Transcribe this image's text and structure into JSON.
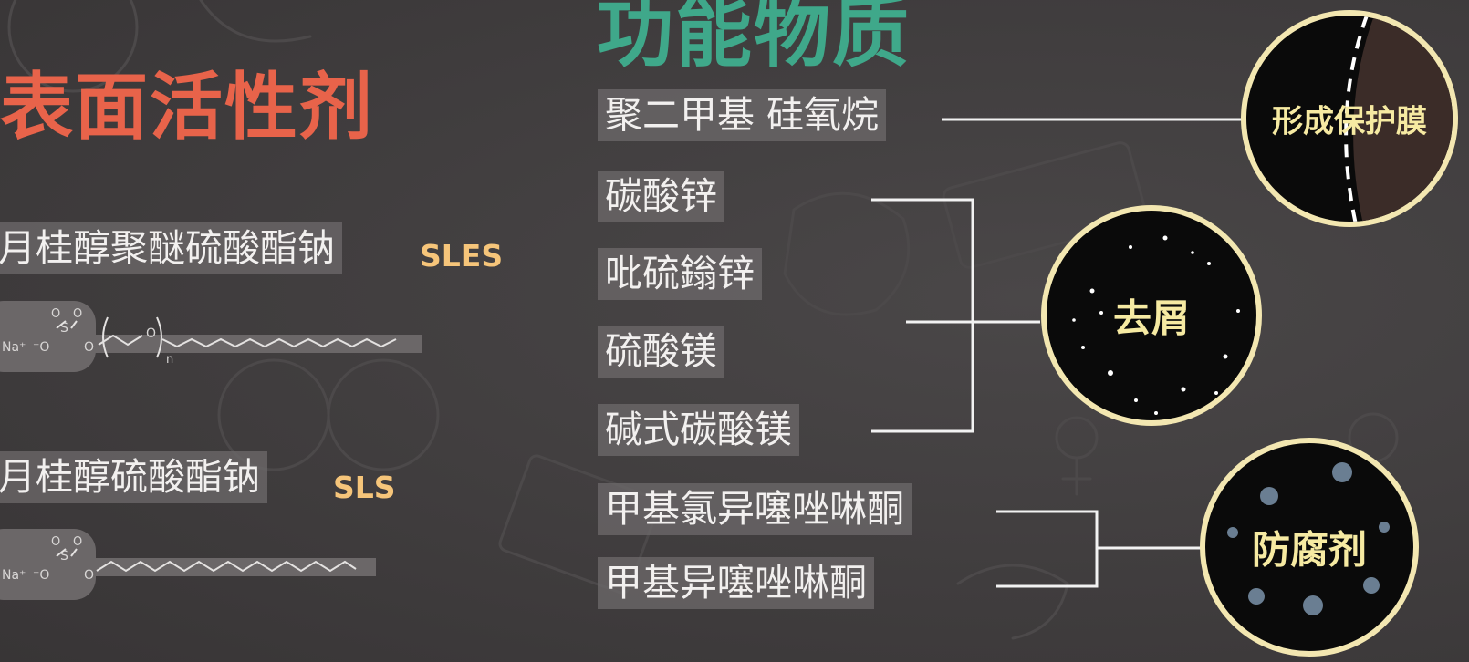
{
  "surfactant": {
    "title": "表面活性剂",
    "items": [
      {
        "name": "月桂醇聚醚硫酸酯钠",
        "abbr": "SLES"
      },
      {
        "name": "月桂醇硫酸酯钠",
        "abbr": "SLS"
      }
    ],
    "structure_labels": {
      "sodium": "Na⁺",
      "oxygen": "O",
      "anion_oxygen": "⁻O",
      "sulfur": "S",
      "repeat": "n"
    }
  },
  "functional": {
    "title": "功能物质",
    "items": [
      "聚二甲基 硅氧烷",
      "碳酸锌",
      "吡硫鎓锌",
      "硫酸镁",
      "碱式碳酸镁",
      "甲基氯异噻唑啉酮",
      "甲基异噻唑啉酮"
    ],
    "effects": [
      "形成保护膜",
      "去屑",
      "防腐剂"
    ]
  },
  "colors": {
    "surfactant_title": "#e8634a",
    "functional_title": "#3fa88a",
    "abbr": "#f6c57a",
    "circle_ring": "#f3e7b1",
    "circle_text": "#f6eaa2"
  }
}
